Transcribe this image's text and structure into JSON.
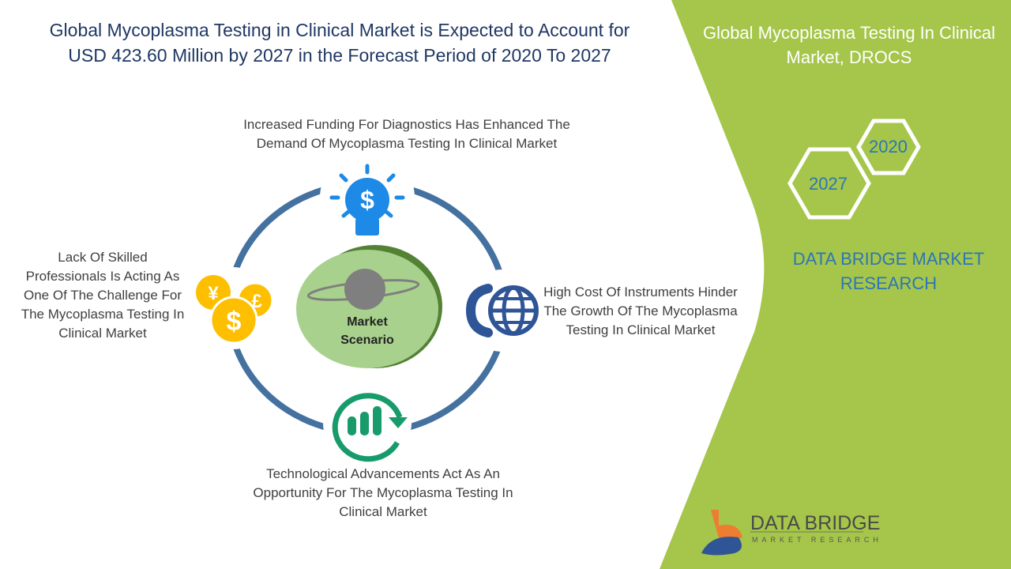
{
  "title": {
    "line1": "Global Mycoplasma Testing in Clinical Market is Expected to Account for",
    "line2": "USD 423.60 Million by 2027 in the Forecast Period of 2020 To 2027"
  },
  "diagram": {
    "center": {
      "line1": "Market",
      "line2": "Scenario",
      "icon": "planet-icon"
    },
    "drivers": {
      "text": "Increased Funding For Diagnostics Has Enhanced The Demand Of Mycoplasma Testing In Clinical Market",
      "icon": "lightbulb-dollar-icon"
    },
    "restraints": {
      "text": "High Cost Of Instruments Hinder The Growth Of The Mycoplasma Testing In Clinical Market",
      "icon": "phone-globe-icon"
    },
    "opportunities": {
      "text": "Technological Advancements Act As An Opportunity For The Mycoplasma Testing In Clinical Market",
      "icon": "bar-chart-cycle-icon"
    },
    "challenges": {
      "text": "Lack Of Skilled Professionals Is Acting As One Of The Challenge For The Mycoplasma Testing In Clinical Market",
      "icon": "currency-coins-icon"
    }
  },
  "side_panel": {
    "title": "Global Mycoplasma Testing In Clinical Market, DROCS",
    "year_start": "2020",
    "year_end": "2027",
    "brand": "DATA BRIDGE MARKET RESEARCH"
  },
  "logo": {
    "name": "DATA BRIDGE",
    "sub": "MARKET RESEARCH"
  },
  "colors": {
    "panel": "#a5c64a",
    "ring": "#44719f",
    "title": "#1f3864",
    "brand": "#2e75b6"
  }
}
